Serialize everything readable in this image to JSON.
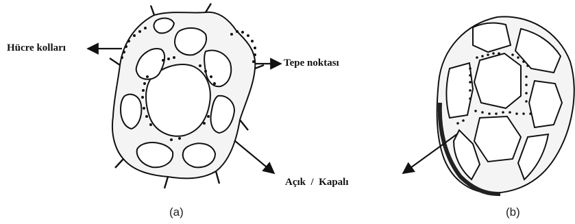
{
  "labels": {
    "cell_arms": "Hücre kolları",
    "vertex": "Tepe noktası",
    "open_closed": "Açık  /  Kapalı"
  },
  "captions": {
    "a": "(a)",
    "b": "(b)"
  },
  "colors": {
    "ink": "#111111",
    "strut_fill": "#f4f4f4",
    "pore_fill": "#ffffff"
  }
}
